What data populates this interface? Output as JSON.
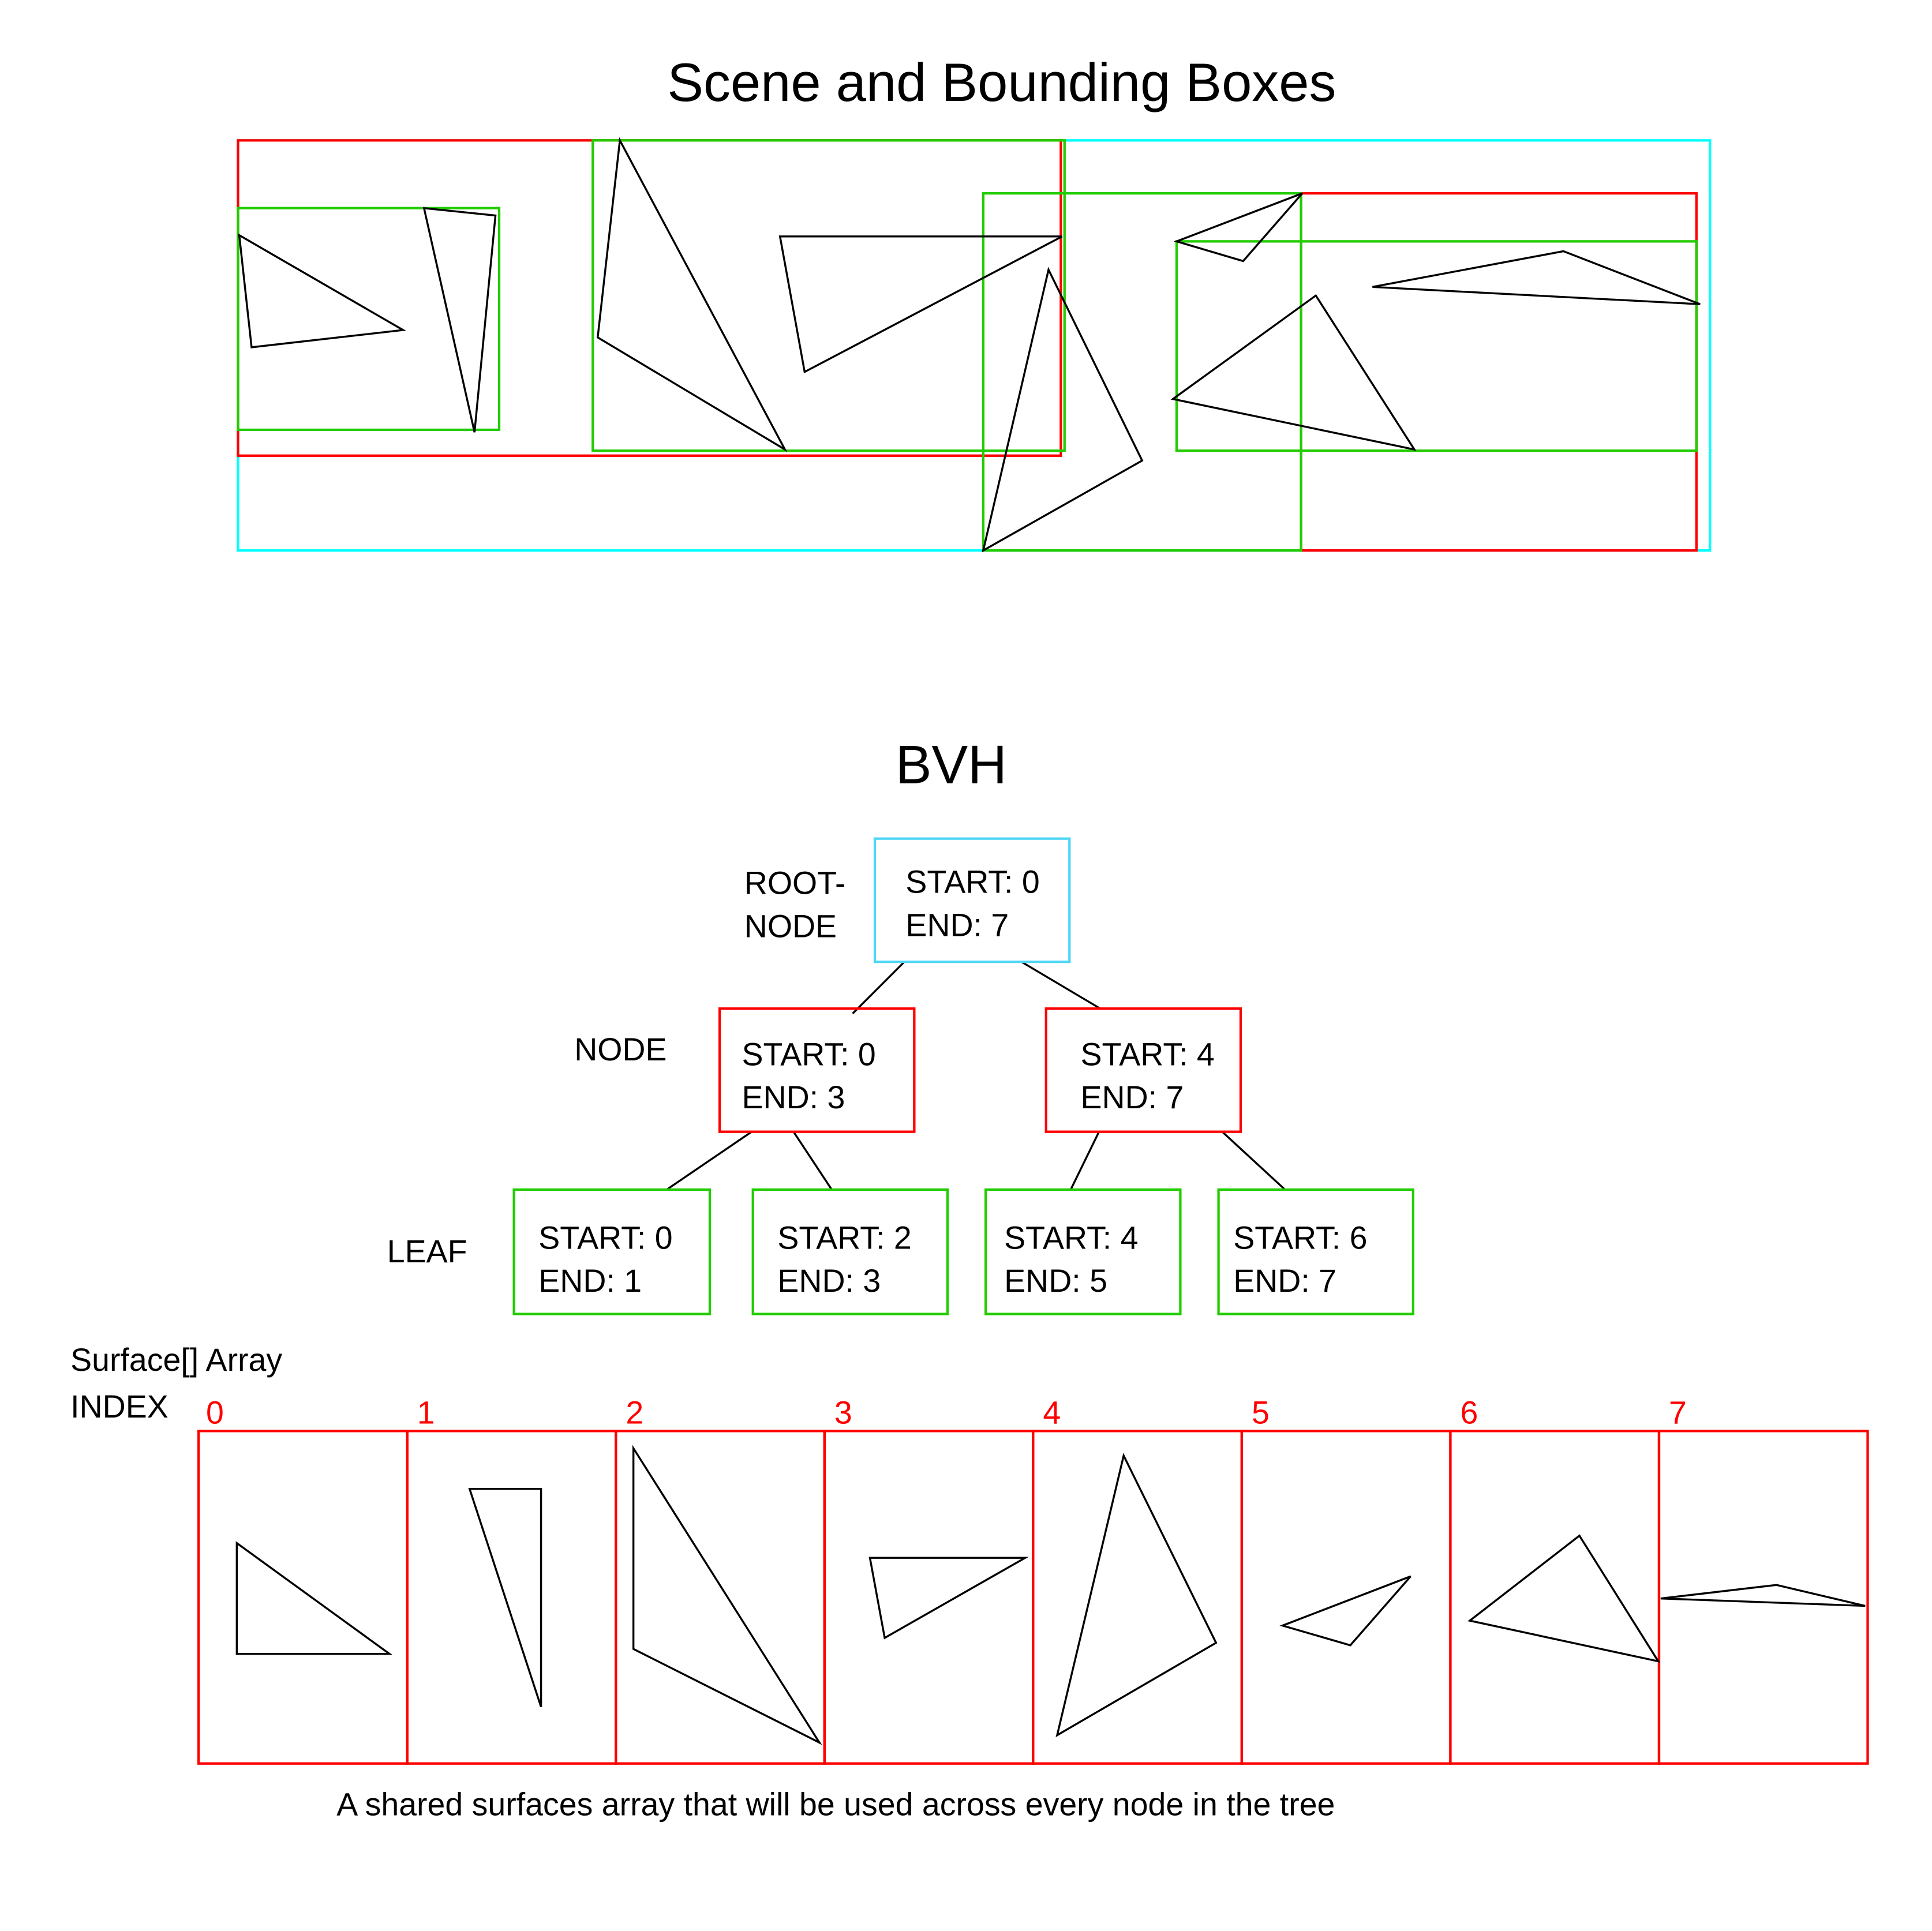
{
  "colors": {
    "root": "#4fd6f7",
    "scene_root": "#00ffff",
    "node": "#ff0000",
    "leaf": "#22cc00",
    "index": "#ff0000",
    "triangle": "#000000"
  },
  "scene": {
    "title": "Scene and Bounding Boxes",
    "bounding_boxes": [
      {
        "id": "root",
        "level": "root",
        "contains_surfaces": [
          0,
          7
        ]
      },
      {
        "id": "node-left",
        "level": "node",
        "contains_surfaces": [
          0,
          3
        ]
      },
      {
        "id": "node-right",
        "level": "node",
        "contains_surfaces": [
          4,
          7
        ]
      },
      {
        "id": "leaf-0",
        "level": "leaf",
        "contains_surfaces": [
          0,
          1
        ]
      },
      {
        "id": "leaf-1",
        "level": "leaf",
        "contains_surfaces": [
          2,
          3
        ]
      },
      {
        "id": "leaf-2",
        "level": "leaf",
        "contains_surfaces": [
          4,
          5
        ]
      },
      {
        "id": "leaf-3",
        "level": "leaf",
        "contains_surfaces": [
          6,
          7
        ]
      }
    ],
    "triangle_count": 8
  },
  "bvh": {
    "title": "BVH",
    "level_labels": {
      "root_line1": "ROOT-",
      "root_line2": "NODE",
      "node": "NODE",
      "leaf": "LEAF"
    },
    "root": {
      "start_label": "START: 0",
      "end_label": "END: 7",
      "start": 0,
      "end": 7
    },
    "nodes": [
      {
        "start_label": "START: 0",
        "end_label": "END: 3",
        "start": 0,
        "end": 3
      },
      {
        "start_label": "START: 4",
        "end_label": "END: 7",
        "start": 4,
        "end": 7
      }
    ],
    "leaves": [
      {
        "start_label": "START: 0",
        "end_label": "END: 1",
        "start": 0,
        "end": 1
      },
      {
        "start_label": "START: 2",
        "end_label": "END: 3",
        "start": 2,
        "end": 3
      },
      {
        "start_label": "START: 4",
        "end_label": "END: 5",
        "start": 4,
        "end": 5
      },
      {
        "start_label": "START: 6",
        "end_label": "END: 7",
        "start": 6,
        "end": 7
      }
    ]
  },
  "surface_array": {
    "label": "Surface[] Array",
    "index_label": "INDEX",
    "indices": [
      "0",
      "1",
      "2",
      "3",
      "4",
      "5",
      "6",
      "7"
    ],
    "caption": "A shared surfaces array that will be used across every node in the tree"
  }
}
